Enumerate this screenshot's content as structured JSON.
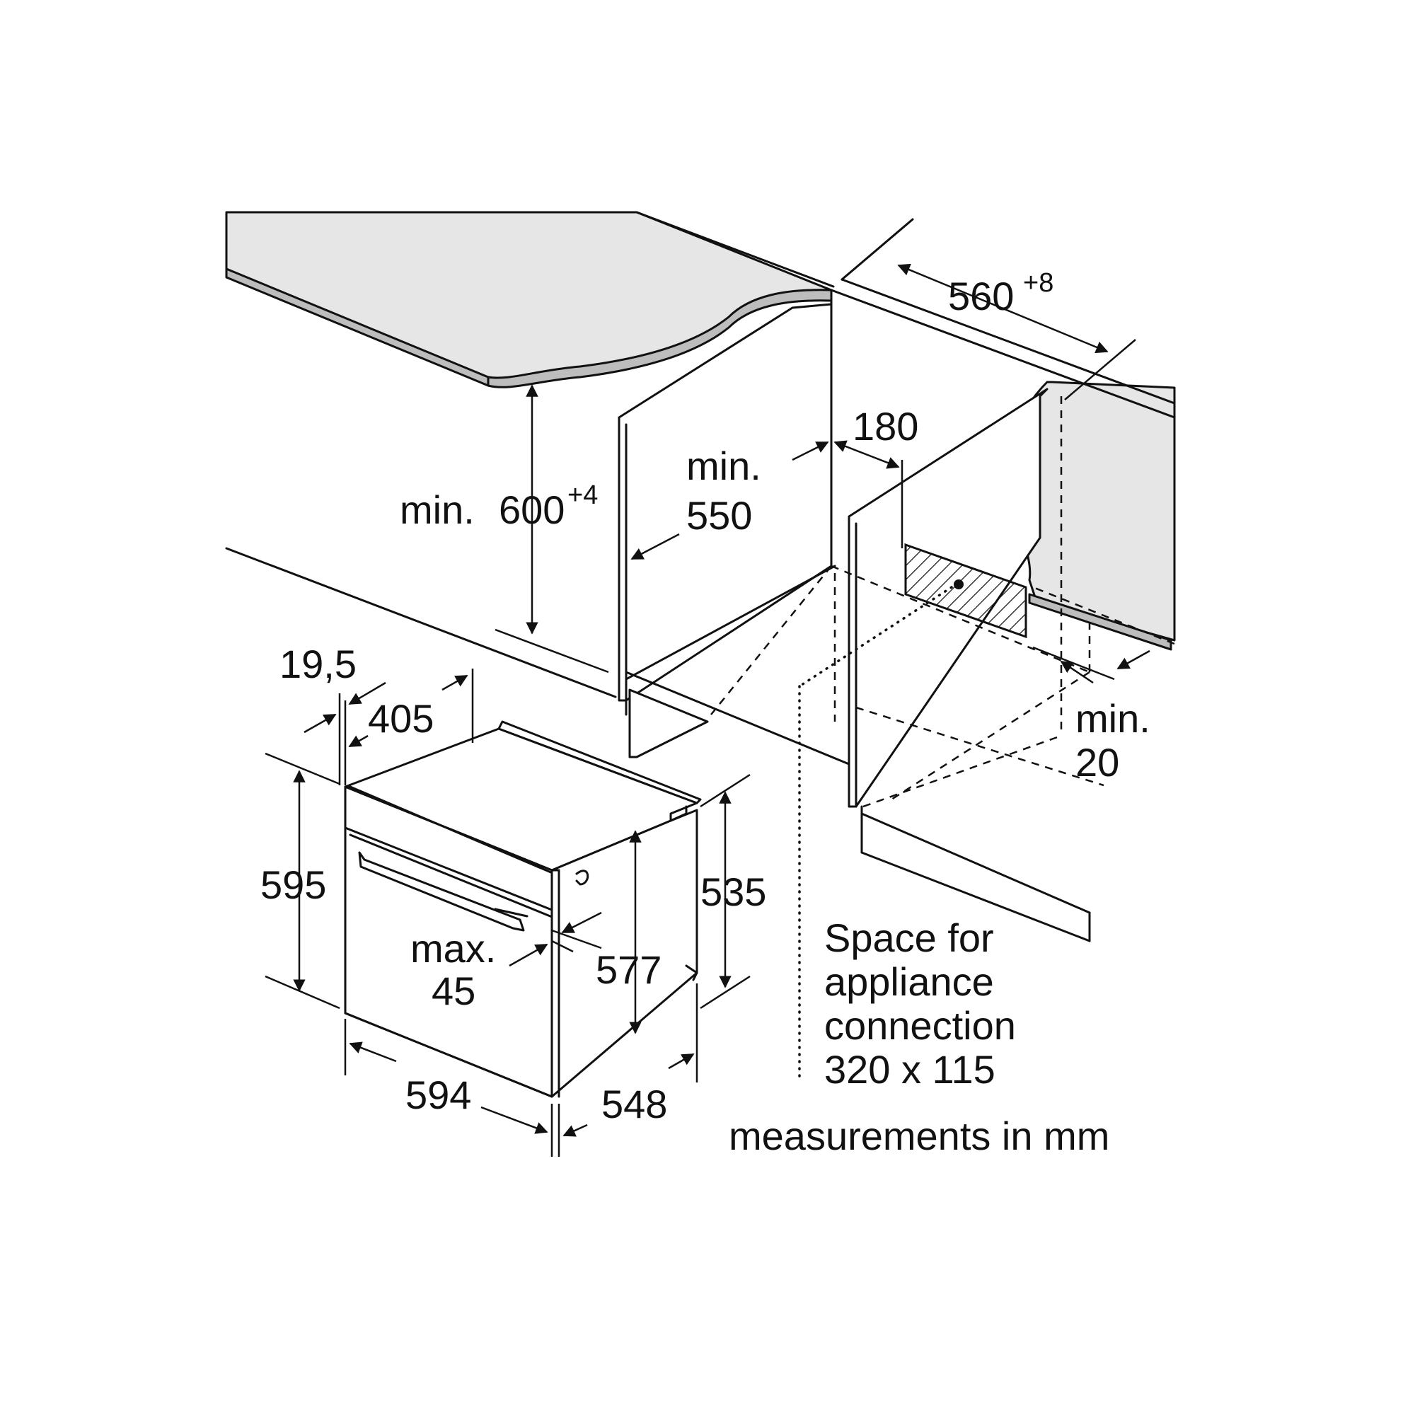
{
  "diagram": {
    "labels": {
      "width_560": "560",
      "width_560_tol": "+8",
      "height_600_prefix": "min. ",
      "height_600": "600",
      "height_600_tol": "+4",
      "depth_550_line1": "min.",
      "depth_550_line2": "550",
      "offset_180": "180",
      "min20_line1": "min.",
      "min20_line2": "20",
      "dim_19_5": "19,5",
      "dim_405": "405",
      "dim_595": "595",
      "dim_535": "535",
      "dim_577": "577",
      "dim_max45_line1": "max.",
      "dim_max45_line2": "45",
      "dim_594": "594",
      "dim_548": "548",
      "connection_line1": "Space for",
      "connection_line2": "appliance",
      "connection_line3": "connection",
      "connection_line4": "320 x 115",
      "footnote": "measurements in mm"
    }
  }
}
